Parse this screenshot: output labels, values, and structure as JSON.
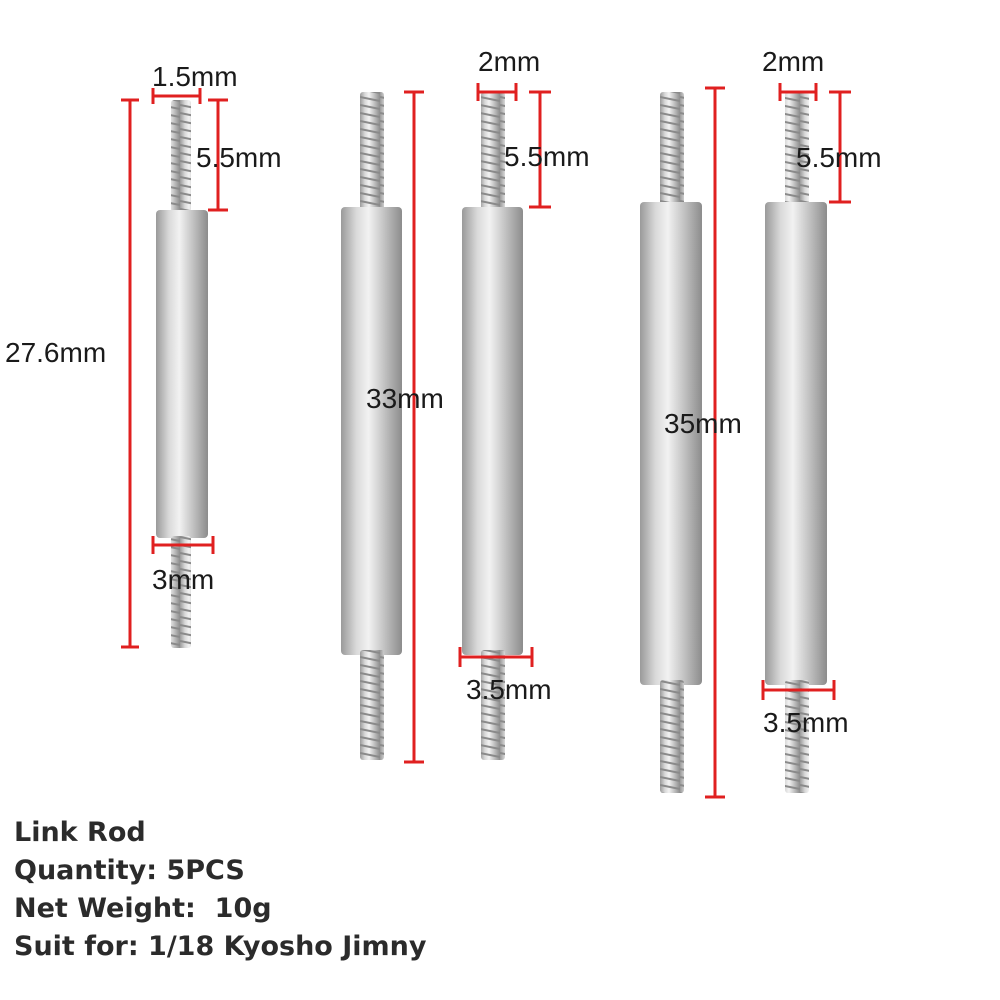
{
  "colors": {
    "dimension_line": "#e02020",
    "metal_light": "#e6e6e6",
    "metal_mid": "#bdbdbd",
    "metal_dark": "#8a8a8a",
    "text": "#1a1a1a"
  },
  "rods": [
    {
      "name": "rod-27-6mm",
      "thread_diameter": "1.5mm",
      "thread_length": "5.5mm",
      "total_length": "27.6mm",
      "body_diameter": "3mm"
    },
    {
      "name": "rod-33mm",
      "thread_diameter": "2mm",
      "thread_length": "5.5mm",
      "total_length": "33mm",
      "body_diameter": "3.5mm"
    },
    {
      "name": "rod-35mm",
      "thread_diameter": "2mm",
      "thread_length": "5.5mm",
      "total_length": "35mm",
      "body_diameter": "3.5mm"
    }
  ],
  "specs": {
    "line1": "Link Rod",
    "line2": "Quantity: 5PCS",
    "line3": "Net Weight:  10g",
    "line4": "Suit for: 1/18 Kyosho Jimny"
  }
}
